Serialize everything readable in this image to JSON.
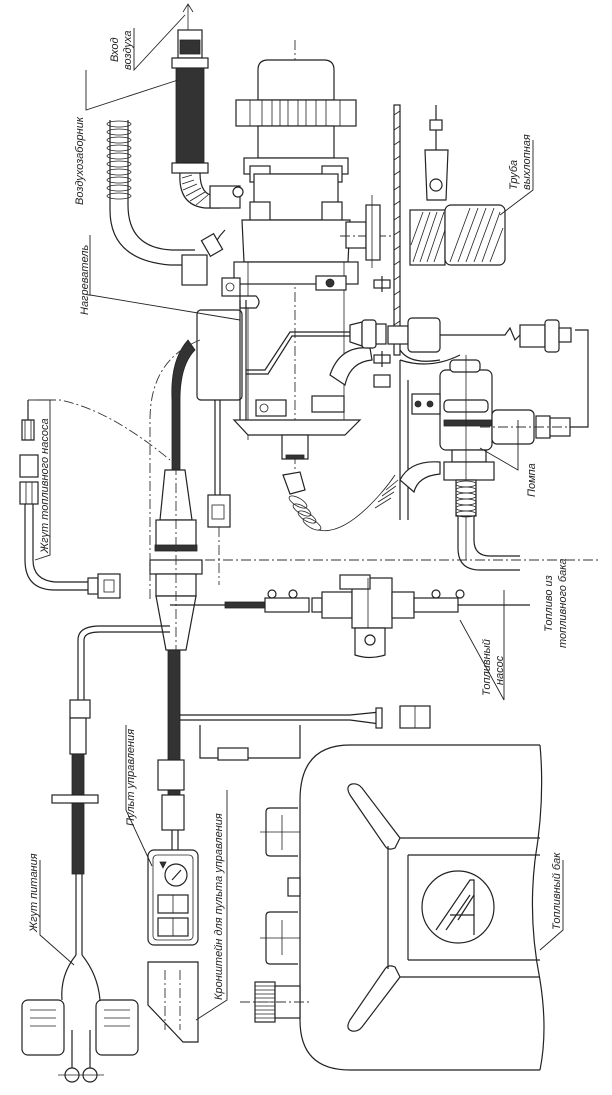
{
  "diagram": {
    "title": "Installation diagram of air heater kit",
    "labels": {
      "air_inlet": [
        "Вход",
        "воздуха"
      ],
      "air_intake": "Воздухозаборник",
      "heater": "Нагреватель",
      "exhaust_pipe": [
        "Труба",
        "выхлопная"
      ],
      "fuel_pump_harness": "Жгут топливного насоса",
      "pump": "Помпа",
      "fuel_from_tank": [
        "Топливо из",
        "топливного бака"
      ],
      "fuel_pump": [
        "Топливный",
        "насос"
      ],
      "control_panel": "Пульт управления",
      "control_panel_bracket": "Кронштейн для пульта управления",
      "power_harness": "Жгут питания",
      "fuel_tank": "Топливный бак"
    },
    "components": [
      {
        "id": "air-inlet-filter",
        "name": "Air inlet corrugated tube"
      },
      {
        "id": "heater-unit",
        "name": "Heater"
      },
      {
        "id": "exhaust-pipe",
        "name": "Exhaust pipe with clamp"
      },
      {
        "id": "coolant-pump",
        "name": "Pump"
      },
      {
        "id": "fuel-pump",
        "name": "Fuel pump"
      },
      {
        "id": "fuel-pump-harness",
        "name": "Fuel pump harness"
      },
      {
        "id": "control-panel",
        "name": "Control panel"
      },
      {
        "id": "control-panel-bracket",
        "name": "Control panel bracket"
      },
      {
        "id": "power-harness",
        "name": "Power harness with fuses"
      },
      {
        "id": "fuel-tank",
        "name": "Fuel tank"
      }
    ]
  }
}
